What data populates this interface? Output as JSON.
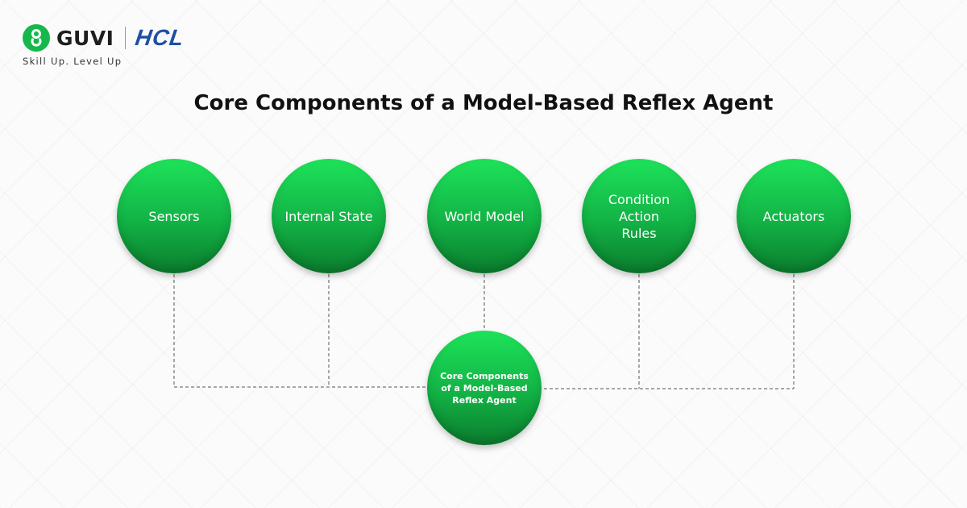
{
  "brand": {
    "guvi": "GUVI",
    "hcl": "HCL",
    "tagline": "Skill Up. Level Up"
  },
  "title": "Core Components of a Model-Based Reflex Agent",
  "components": [
    {
      "label": "Sensors"
    },
    {
      "label": "Internal State"
    },
    {
      "label": "World Model"
    },
    {
      "label": "Condition Action Rules"
    },
    {
      "label": "Actuators"
    }
  ],
  "center": {
    "label": "Core Components of a Model-Based Reflex Agent"
  },
  "colors": {
    "node_top": "#1ee35a",
    "node_bottom": "#0b7e2e",
    "hcl_blue": "#1d4fa3",
    "connector": "#555555"
  }
}
